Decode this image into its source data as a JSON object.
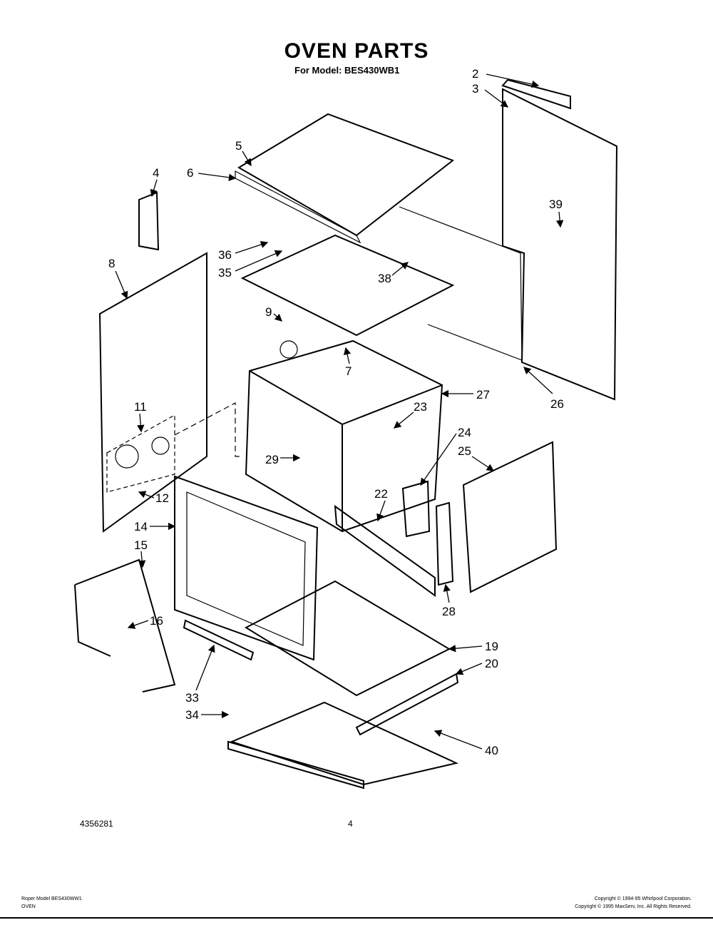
{
  "header": {
    "title": "OVEN PARTS",
    "subtitle": "For Model: BES430WB1"
  },
  "callouts": [
    "2",
    "3",
    "4",
    "5",
    "6",
    "39",
    "8",
    "36",
    "35",
    "38",
    "9",
    "7",
    "27",
    "26",
    "23",
    "11",
    "24",
    "25",
    "29",
    "12",
    "22",
    "14",
    "15",
    "28",
    "16",
    "19",
    "20",
    "33",
    "34",
    "40"
  ],
  "footer": {
    "part_number": "4356281",
    "page_number": "4",
    "model_line": "Roper Model BES430WW1",
    "section": "OVEN",
    "copyright_1": "Copyright © 1994-95 Whirlpool Corporation.",
    "copyright_2": "Copyright © 1995 MaxServ, Inc.  All Rights Reserved."
  }
}
